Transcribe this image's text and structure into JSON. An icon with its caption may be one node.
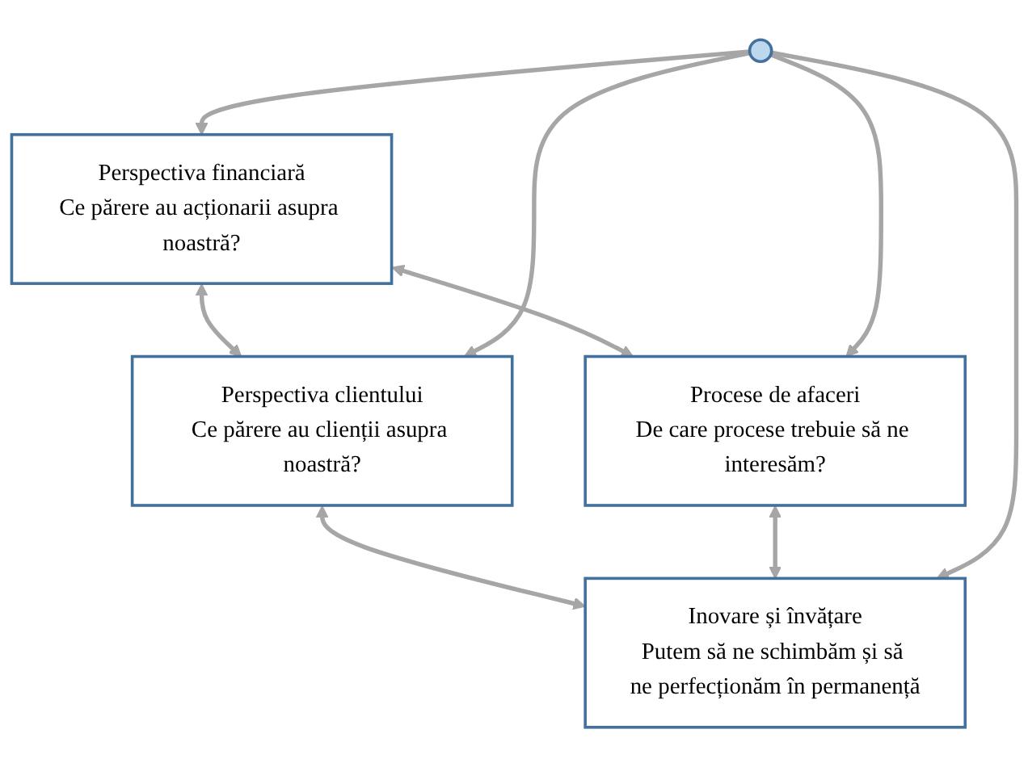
{
  "diagram": {
    "nodes": [
      {
        "text": [
          "Perspectiva financiară",
          "Ce părere au acționarii asupra noastră?"
        ]
      },
      {
        "text": [
          "Perspectiva clientului",
          "Ce părere au clienții asupra noastră?"
        ]
      },
      {
        "text": [
          "Procese de afaceri",
          "De care procese trebuie să ne interesăm?"
        ]
      },
      {
        "text": [
          "Inovare și învățare",
          "Putem să ne schimbăm și să ne perfecționăm în permanență"
        ]
      },
      {
        "text": [],
        "shape": "circle"
      }
    ],
    "edges": [
      {
        "from": 0,
        "to": 1,
        "arrow": "both"
      },
      {
        "from": 0,
        "to": 2,
        "arrow": "both"
      },
      {
        "from": 1,
        "to": 3,
        "arrow": "both"
      },
      {
        "from": 2,
        "to": 3,
        "arrow": "both"
      },
      {
        "from": 4,
        "to": 0,
        "arrow": "to"
      },
      {
        "from": 4,
        "to": 1,
        "arrow": "to"
      },
      {
        "from": 4,
        "to": 2,
        "arrow": "to"
      },
      {
        "from": 4,
        "to": 3,
        "arrow": "to"
      }
    ]
  }
}
